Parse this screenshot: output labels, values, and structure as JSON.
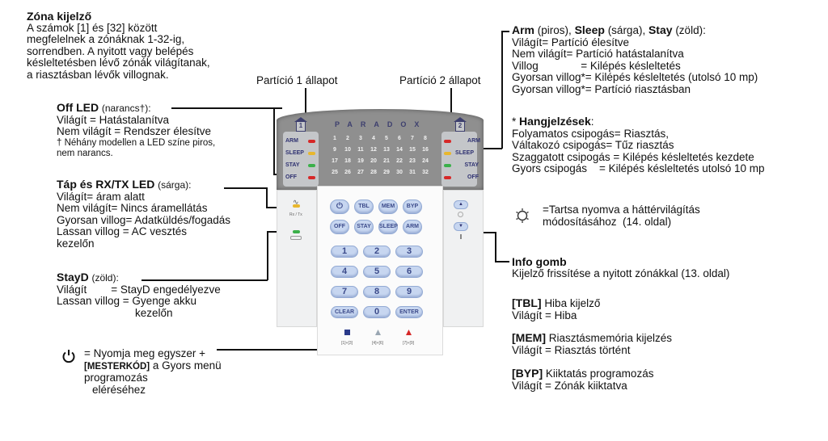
{
  "zone_display": {
    "title": "Zóna kijelző",
    "lines": [
      "A számok [1] és [32] között",
      "megfelelnek a zónáknak 1-32-ig,",
      "sorrendben. A nyitott vagy belépés",
      "késleltetésben lévő zónák világítanak,",
      "a riasztásban lévők villognak."
    ]
  },
  "partition_labels": {
    "p1": "Partíció 1 állapot",
    "p2": "Partíció 2 állapot"
  },
  "off_led": {
    "title": "Off LED",
    "qualifier": "(narancs†):",
    "lines": [
      "Világít = Hatástalanítva",
      "Nem világít = Rendszer élesítve"
    ],
    "notes": [
      "† Néhány modellen a LED színe piros,",
      "nem narancs."
    ]
  },
  "power_led": {
    "title": "Táp és RX/TX LED",
    "qualifier": "(sárga):",
    "lines": [
      "Világít= áram alatt",
      "Nem világít= Nincs áramellátás",
      "Gyorsan villog= Adatküldés/fogadás",
      "Lassan villog = AC vesztés",
      "kezelőn"
    ]
  },
  "stayd": {
    "title": "StayD",
    "qualifier": "(zöld):",
    "lines": [
      "Világít        = StayD engedélyezve",
      "Lassan villog = Gyenge akku",
      "kezelőn"
    ]
  },
  "power_key_note": {
    "icon": "power-icon",
    "lines": [
      "= Nyomja meg egyszer +",
      "a Gyors menü",
      "programozás",
      "eléréséhez"
    ],
    "bracket": "[MESTERKÓD]"
  },
  "arm_sleep_stay": {
    "t1": "Arm",
    "q1": "(piros),",
    "t2": "Sleep",
    "q2": "(sárga),",
    "t3": "Stay",
    "q3": "(zöld):",
    "lines": [
      "Világít= Partíció élesítve",
      "Nem világít= Partíció hatástalanítva",
      "Villog              = Kilépés késleltetés",
      "Gyorsan villog*= Kilépés késleltetés (utolsó 10 mp)",
      "Gyorsan villog*= Partíció riasztásban"
    ]
  },
  "beeps": {
    "title": "Hangjelzések",
    "prefix": "* ",
    "suffix": ":",
    "lines": [
      "Folyamatos csipogás= Riasztás,",
      "Váltakozó csipogás= Tűz riasztás",
      "Szaggatott csipogás = Kilépés késleltetés kezdete",
      "Gyors csipogás    = Kilépés késleltetés utolsó 10 mp"
    ]
  },
  "backlight": {
    "icon": "sun-icon",
    "lines": [
      "=Tartsa nyomva a háttérvilágítás",
      "módosításához  (14. oldal)"
    ]
  },
  "info_button": {
    "title": "Info gomb",
    "line": "Kijelző frissítése a nyitott zónákkal (13. oldal)"
  },
  "tbl": {
    "key": "[TBL]",
    "title": "Hiba kijelző",
    "line": "Világít = Hiba"
  },
  "mem": {
    "key": "[MEM]",
    "title": "Riasztásmemória kijelzés",
    "line": "Világít = Riasztás történt"
  },
  "byp": {
    "key": "[BYP]",
    "title": "Kiiktatás programozás",
    "line": "Világít = Zónák kiiktatva"
  },
  "keypad": {
    "brand": "PARADOX",
    "partition1_num": "1",
    "partition2_num": "2",
    "status_leds": [
      {
        "label": "ARM",
        "color": "#d62828"
      },
      {
        "label": "SLEEP",
        "color": "#e8b72e"
      },
      {
        "label": "STAY",
        "color": "#3bb04a"
      },
      {
        "label": "OFF",
        "color": "#d62828"
      }
    ],
    "zones": [
      "1",
      "2",
      "3",
      "4",
      "5",
      "6",
      "7",
      "8",
      "9",
      "10",
      "11",
      "12",
      "13",
      "14",
      "15",
      "16",
      "17",
      "18",
      "19",
      "20",
      "21",
      "22",
      "23",
      "24",
      "25",
      "26",
      "27",
      "28",
      "29",
      "30",
      "31",
      "32"
    ],
    "rxtx_label": "Rx / Tx",
    "power_led_color": "#e8b72e",
    "stayd_led_color": "#3bb04a",
    "function_keys_row1": [
      "⏻",
      "TBL",
      "MEM",
      "BYP"
    ],
    "function_keys_row2": [
      "OFF",
      "STAY",
      "SLEEP",
      "ARM"
    ],
    "numeric_keys": [
      "1",
      "2",
      "3",
      "4",
      "5",
      "6",
      "7",
      "8",
      "9",
      "CLEAR",
      "0",
      "ENTER"
    ],
    "up_key": "▲",
    "down_key": "▼",
    "panic_labels": [
      "[1]+[3]",
      "[4]+[6]",
      "[7]+[9]"
    ],
    "panic_colors": [
      "#2a3a8a",
      "#9aa7b3",
      "#d62828"
    ]
  }
}
